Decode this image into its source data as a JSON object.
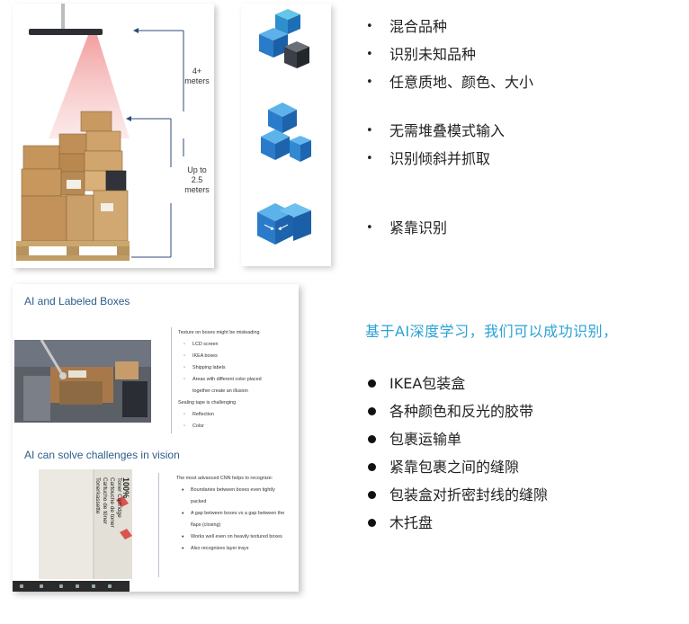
{
  "scan_panel": {
    "height_label_top": "4+\nmeters",
    "height_label_bottom": "Up to\n2.5\nmeters"
  },
  "features_group1": [
    "混合品种",
    "识别未知品种",
    "任意质地、颜色、大小"
  ],
  "features_group2": [
    "无需堆叠模式输入",
    "识别倾斜并抓取"
  ],
  "features_group3": [
    "紧靠识别"
  ],
  "insight": "基于AI深度学习，我们可以成功识别，",
  "recognized_items": [
    "IKEA包装盒",
    "各种颜色和反光的胶带",
    "包裹运输单",
    "紧靠包裹之间的缝隙",
    "包装盒对折密封线的缝隙",
    "木托盘"
  ],
  "slide": {
    "title1": "AI and Labeled Boxes",
    "misleading_heading": "Texture on boxes might be misleading",
    "misleading_items": [
      "LCD screen",
      "IKEA boxes",
      "Shipping labels",
      "Areas with different color placed",
      "together create an illusion"
    ],
    "tape_heading": "Sealing tape is challenging",
    "tape_items": [
      "Reflection",
      "Color"
    ],
    "title2": "AI can solve challenges in vision",
    "cnn_heading": "The most advanced CNN helps to recognize:",
    "cnn_items": [
      "Boundaries between boxes even tightly",
      "packed",
      "A gap between boxes vs a gap between the",
      "flaps (closing)",
      "Works well even on heavily textured boxes",
      "Also recognizes layer trays"
    ],
    "box_print": [
      "100%",
      "Toner Cartridge",
      "Cartouche de toner",
      "Cartucho de tóner",
      "Tonerkassette"
    ]
  },
  "colors": {
    "accent_text": "#2aa1d6",
    "cube_light": "#3f8fd6",
    "cube_dark": "#1f5fa8",
    "cube_gray": "#3b3f47"
  }
}
